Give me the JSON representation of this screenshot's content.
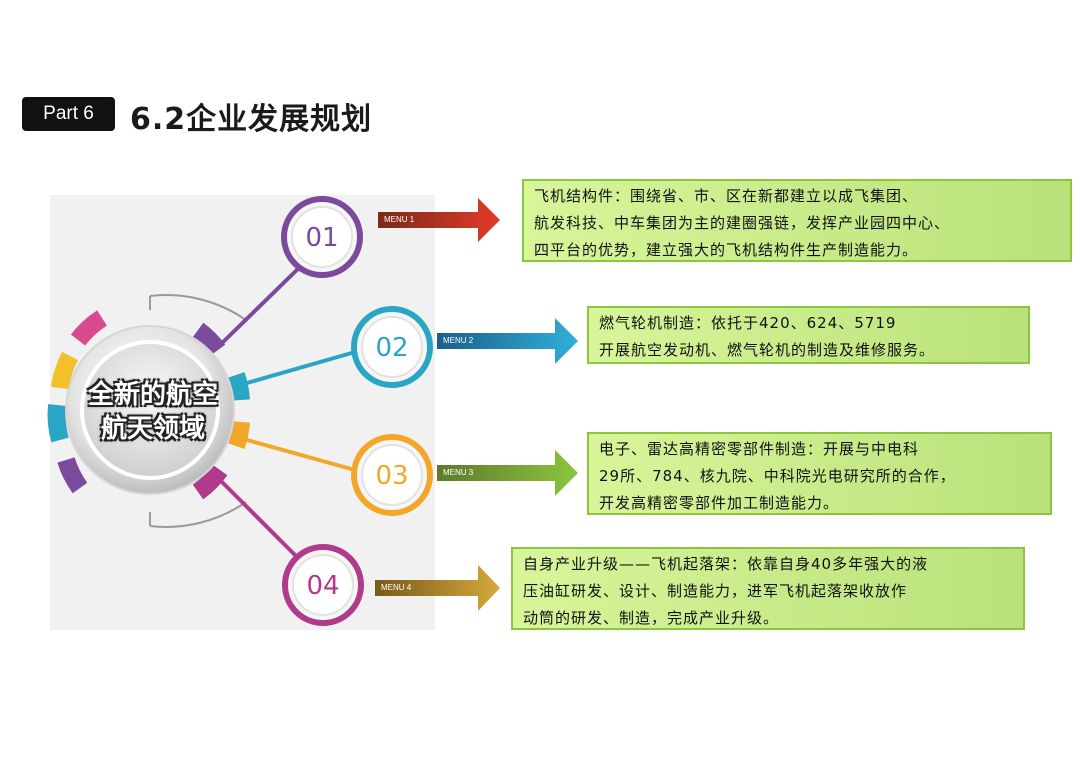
{
  "header": {
    "part_label": "Part 6",
    "title": "6.2企业发展规划"
  },
  "center": {
    "line1": "全新的航空",
    "line2": "航天领域"
  },
  "items": [
    {
      "number": "01",
      "tag": "MENU 1",
      "color": "#7b4a9c",
      "arrow_color": "#e03a2e",
      "lines": [
        "飞机结构件：围绕省、市、区在新都建立以成飞集团、",
        "航发科技、中车集团为主的建圈强链，发挥产业园四中心、",
        "四平台的优势，建立强大的飞机结构件生产制造能力。"
      ]
    },
    {
      "number": "02",
      "tag": "MENU 2",
      "color": "#2aa6c4",
      "arrow_color": "#2aa6c4",
      "lines": [
        "燃气轮机制造：依托于420、624、5719",
        "开展航空发动机、燃气轮机的制造及维修服务。"
      ]
    },
    {
      "number": "03",
      "tag": "MENU 3",
      "color": "#f2a72a",
      "arrow_color": "#8cc63f",
      "lines": [
        "电子、雷达高精密零部件制造：开展与中电科",
        "29所、784、核九院、中科院光电研究所的合作，",
        "开发高精密零部件加工制造能力。"
      ]
    },
    {
      "number": "04",
      "tag": "MENU 4",
      "color": "#b03a8c",
      "arrow_color": "#c9a23a",
      "lines": [
        "自身产业升级——飞机起落架：依靠自身40多年强大的液",
        "压油缸研发、设计、制造能力，进军飞机起落架收放作",
        "动筒的研发、制造，完成产业升级。"
      ]
    }
  ]
}
